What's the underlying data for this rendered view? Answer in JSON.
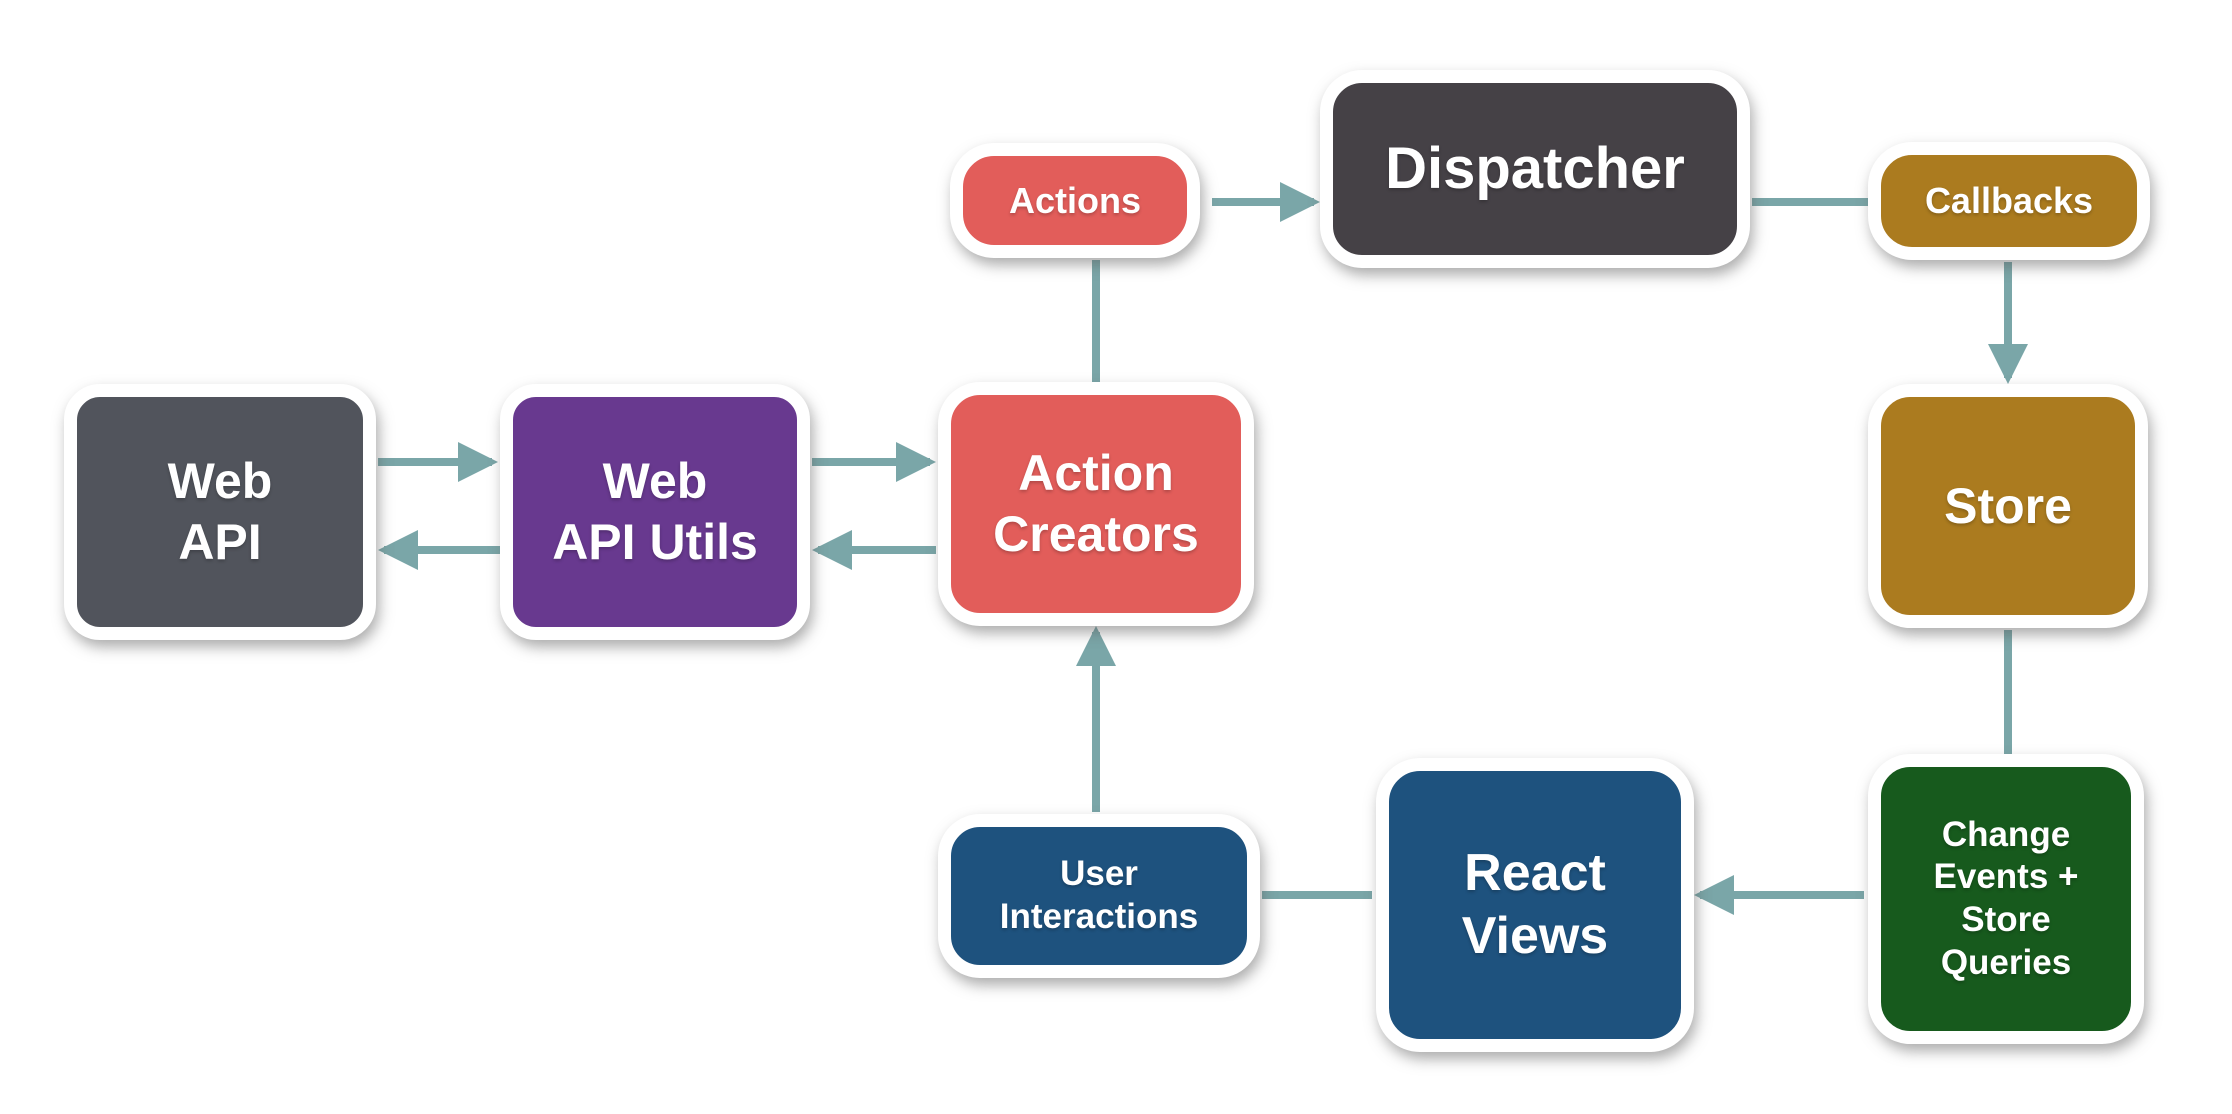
{
  "diagram": {
    "connector_color": "#7aa6a8",
    "nodes": {
      "web_api": {
        "label": "Web\nAPI",
        "color": "#51545c"
      },
      "web_api_utils": {
        "label": "Web\nAPI Utils",
        "color": "#68398f"
      },
      "action_creators": {
        "label": "Action\nCreators",
        "color": "#e25d5a"
      },
      "actions": {
        "label": "Actions",
        "color": "#e25d5a"
      },
      "dispatcher": {
        "label": "Dispatcher",
        "color": "#454146"
      },
      "callbacks": {
        "label": "Callbacks",
        "color": "#ab7b1f"
      },
      "store": {
        "label": "Store",
        "color": "#ab7b1f"
      },
      "change_events": {
        "label": "Change\nEvents +\nStore\nQueries",
        "color": "#175a1d"
      },
      "react_views": {
        "label": "React\nViews",
        "color": "#1e527e"
      },
      "user_interactions": {
        "label": "User\nInteractions",
        "color": "#1e527e"
      }
    },
    "edges": [
      {
        "from": "web_api",
        "to": "web_api_utils",
        "arrowhead": true
      },
      {
        "from": "web_api_utils",
        "to": "web_api",
        "arrowhead": true
      },
      {
        "from": "web_api_utils",
        "to": "action_creators",
        "arrowhead": true
      },
      {
        "from": "action_creators",
        "to": "web_api_utils",
        "arrowhead": true
      },
      {
        "from": "action_creators",
        "to": "actions",
        "arrowhead": false
      },
      {
        "from": "actions",
        "to": "dispatcher",
        "arrowhead": true
      },
      {
        "from": "dispatcher",
        "to": "callbacks",
        "arrowhead": false
      },
      {
        "from": "callbacks",
        "to": "store",
        "arrowhead": true
      },
      {
        "from": "store",
        "to": "change_events",
        "arrowhead": false
      },
      {
        "from": "change_events",
        "to": "react_views",
        "arrowhead": true
      },
      {
        "from": "react_views",
        "to": "user_interactions",
        "arrowhead": false
      },
      {
        "from": "user_interactions",
        "to": "action_creators",
        "arrowhead": true
      }
    ]
  }
}
